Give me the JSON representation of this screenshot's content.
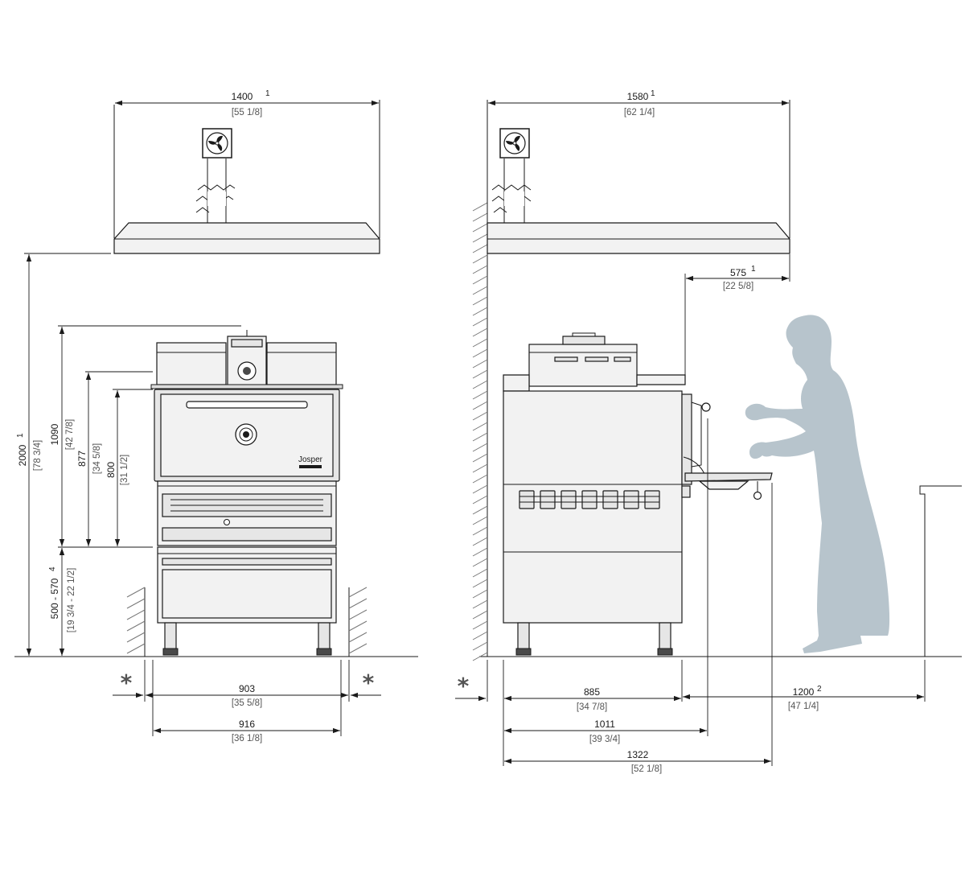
{
  "colors": {
    "line": "#1a1a1a",
    "secondary_text": "#555555",
    "person_silhouette": "#b7c4cc",
    "steel_fill": "#e6e6e6"
  },
  "icons": {
    "extractor": "fan-icon",
    "clearance": "asterisk-icon"
  },
  "front_view": {
    "hood_width": {
      "mm": "1400",
      "sup": "1",
      "inch": "[55 1/8]"
    },
    "hood_height": {
      "mm": "2000",
      "sup": "1",
      "inch": "[78 3/4]"
    },
    "oven_height": {
      "mm": "1090",
      "inch": "[42 7/8]"
    },
    "door_top_height": {
      "mm": "877",
      "inch": "[34 5/8]"
    },
    "door_height": {
      "mm": "800",
      "inch": "[31 1/2]"
    },
    "stand_height": {
      "mm": "500 - 570",
      "sup": "4",
      "inch": "[19 3/4 - 22 1/2]"
    },
    "body_width": {
      "mm": "903",
      "inch": "[35 5/8]"
    },
    "overall_width": {
      "mm": "916",
      "inch": "[36 1/8]"
    },
    "clearance_mark": "*",
    "brand_plate": "Josper"
  },
  "side_view": {
    "hood_depth": {
      "mm": "1580",
      "sup": "1",
      "inch": "[62 1/4]"
    },
    "hood_overhang": {
      "mm": "575",
      "sup": "1",
      "inch": "[22 5/8]"
    },
    "body_depth": {
      "mm": "885",
      "inch": "[34 7/8]"
    },
    "depth_with_handle": {
      "mm": "1011",
      "inch": "[39 3/4]"
    },
    "depth_open_door": {
      "mm": "1322",
      "inch": "[52 1/8]"
    },
    "work_space": {
      "mm": "1200",
      "sup": "2",
      "inch": "[47 1/4]"
    },
    "clearance_mark": "*"
  }
}
